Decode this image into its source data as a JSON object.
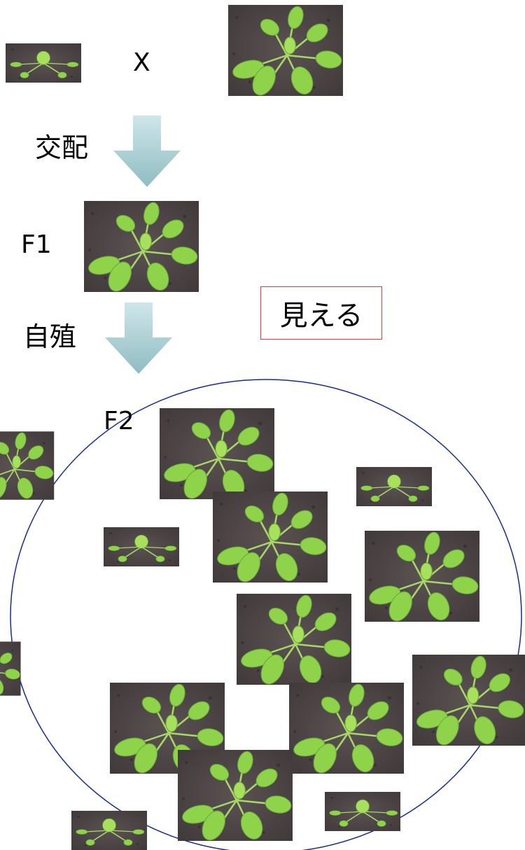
{
  "labels": {
    "cross_symbol": "X",
    "mating": "交配",
    "f1": "F1",
    "selfing": "自殖",
    "visible_callout": "見える",
    "f2": "F2"
  },
  "colors": {
    "arrow_top": "#cfe6ea",
    "arrow_bottom": "#8fbcc2",
    "ellipse_stroke": "#1a2a8c",
    "callout_border": "#e03a3a",
    "soil": "#4e4545",
    "leaf": "#8fd34a"
  },
  "plants": [
    {
      "id": "parent-small",
      "type": "small"
    },
    {
      "id": "parent-large",
      "type": "large"
    },
    {
      "id": "f1-plant",
      "type": "large"
    },
    {
      "id": "f2-1",
      "type": "large"
    },
    {
      "id": "f2-2",
      "type": "large"
    },
    {
      "id": "f2-3",
      "type": "large"
    },
    {
      "id": "f2-4",
      "type": "large"
    },
    {
      "id": "f2-5",
      "type": "large"
    },
    {
      "id": "f2-6",
      "type": "small"
    },
    {
      "id": "f2-7",
      "type": "large"
    },
    {
      "id": "f2-8",
      "type": "large"
    },
    {
      "id": "f2-9",
      "type": "small"
    },
    {
      "id": "f2-10",
      "type": "large"
    },
    {
      "id": "f2-11",
      "type": "large"
    },
    {
      "id": "f2-12",
      "type": "large"
    },
    {
      "id": "f2-13",
      "type": "large"
    },
    {
      "id": "f2-14",
      "type": "large"
    },
    {
      "id": "f2-15",
      "type": "large"
    },
    {
      "id": "f2-16",
      "type": "large"
    },
    {
      "id": "f2-17",
      "type": "small"
    },
    {
      "id": "f2-18",
      "type": "small"
    }
  ]
}
